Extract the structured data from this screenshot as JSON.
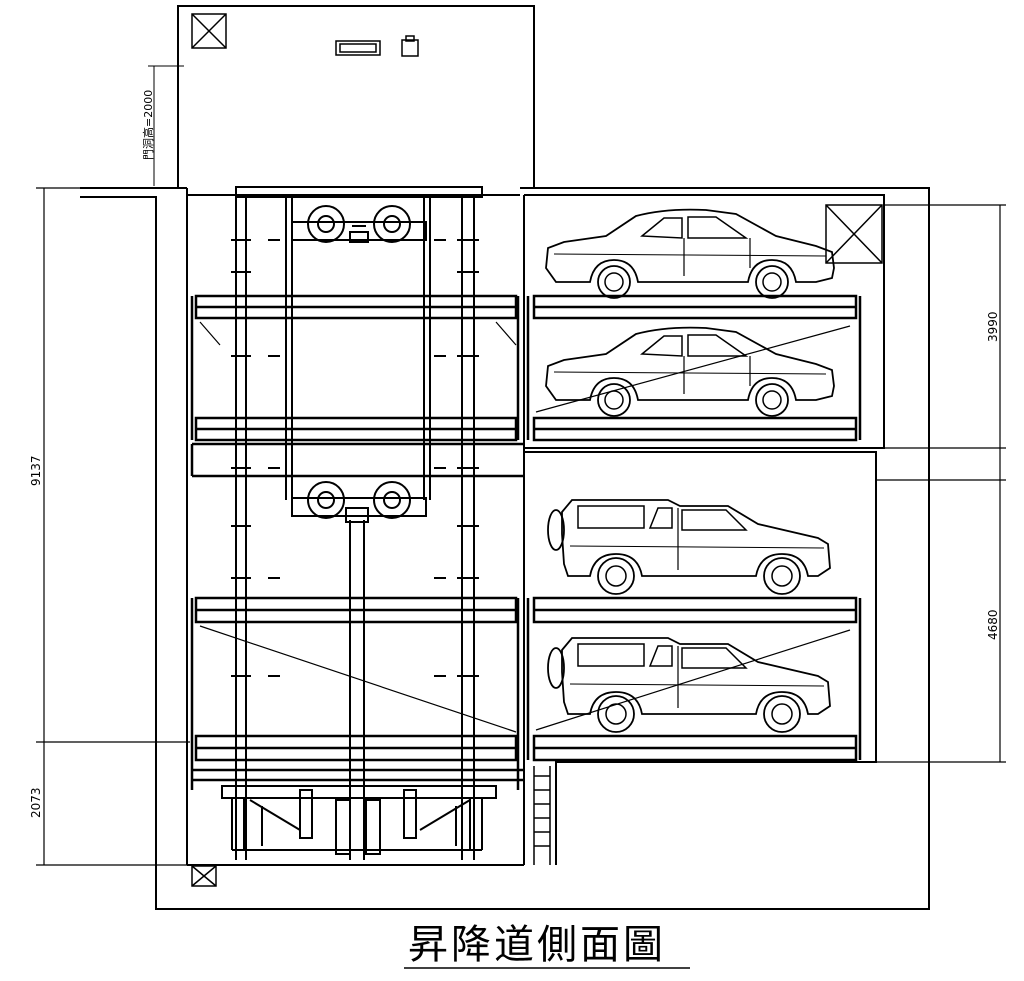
{
  "title": "昇降道側面圖",
  "door_height_label": "門洞高=2000",
  "dimensions": {
    "left_total": "9137",
    "left_pit": "2073",
    "right_upper": "3990",
    "right_lower": "4680"
  },
  "bays": {
    "upper_vehicle": "sedan",
    "lower_vehicle": "suv",
    "upper_count": 2,
    "lower_count": 2
  },
  "colors": {
    "line": "#000000",
    "background": "#ffffff"
  }
}
